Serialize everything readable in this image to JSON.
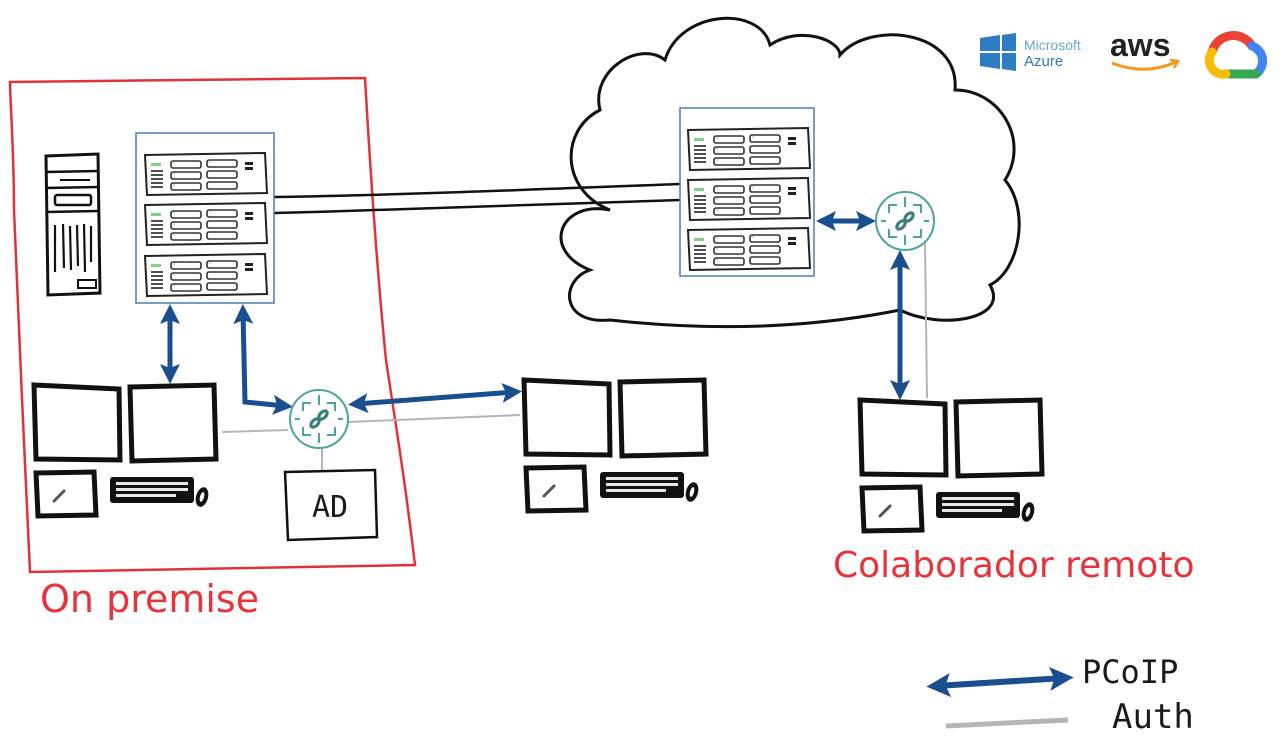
{
  "diagram": {
    "zones": {
      "on_premise_label": "On premise",
      "remote_label": "Colaborador remoto"
    },
    "nodes": {
      "ad_label": "AD"
    },
    "cloud_providers": [
      {
        "name": "microsoft-azure",
        "line1": "Microsoft",
        "line2": "Azure",
        "color": "#2e7cc4"
      },
      {
        "name": "aws",
        "text": "aws",
        "color": "#222222",
        "accent": "#f29a1f"
      },
      {
        "name": "google-cloud",
        "colors": [
          "#ea4335",
          "#4285f4",
          "#34a853",
          "#fbbc05"
        ]
      }
    ],
    "legend": {
      "items": [
        {
          "label": "PCoIP",
          "style": "thick-blue-double-arrow"
        },
        {
          "label": "Auth",
          "style": "thin-gray-line"
        }
      ]
    },
    "colors": {
      "pcoip": "#1a4f8f",
      "auth": "#b5b5b5",
      "zone_border": "#e03238",
      "label_red": "#e8333b",
      "rack_border": "#4a7fb5",
      "router": "#4aa79d",
      "led": "#7ed37e"
    }
  }
}
